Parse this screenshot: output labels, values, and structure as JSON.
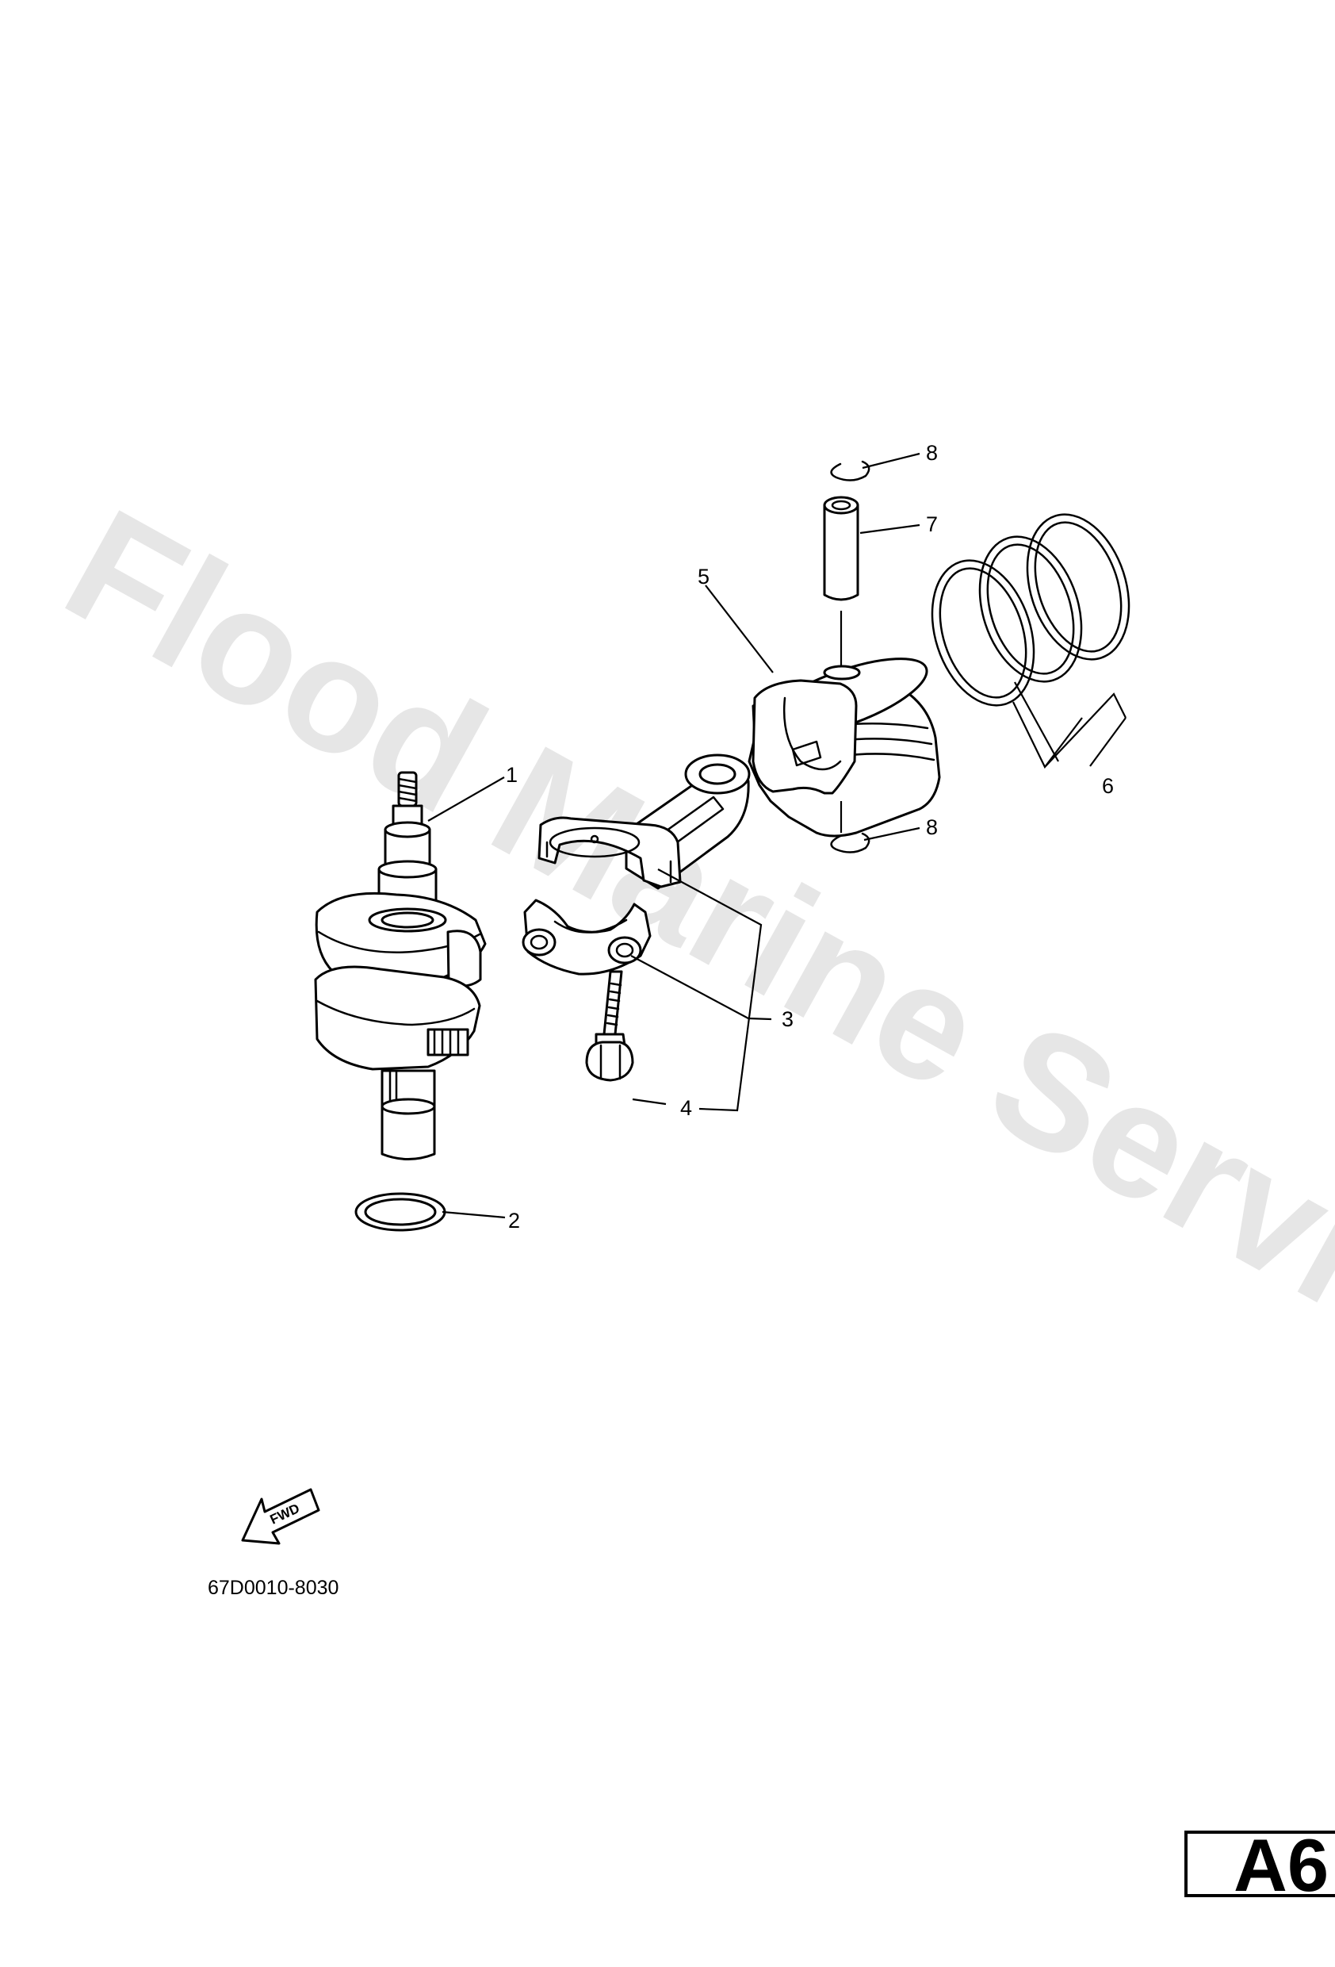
{
  "watermark": "Flood Marine Services",
  "callouts": {
    "c1": "1",
    "c2": "2",
    "c3": "3",
    "c4": "4",
    "c5": "5",
    "c6": "6",
    "c7": "7",
    "c8_top": "8",
    "c8_bottom": "8"
  },
  "fwd_label": "FWD",
  "diagram_code": "67D0010-8030",
  "page_label": "A6"
}
